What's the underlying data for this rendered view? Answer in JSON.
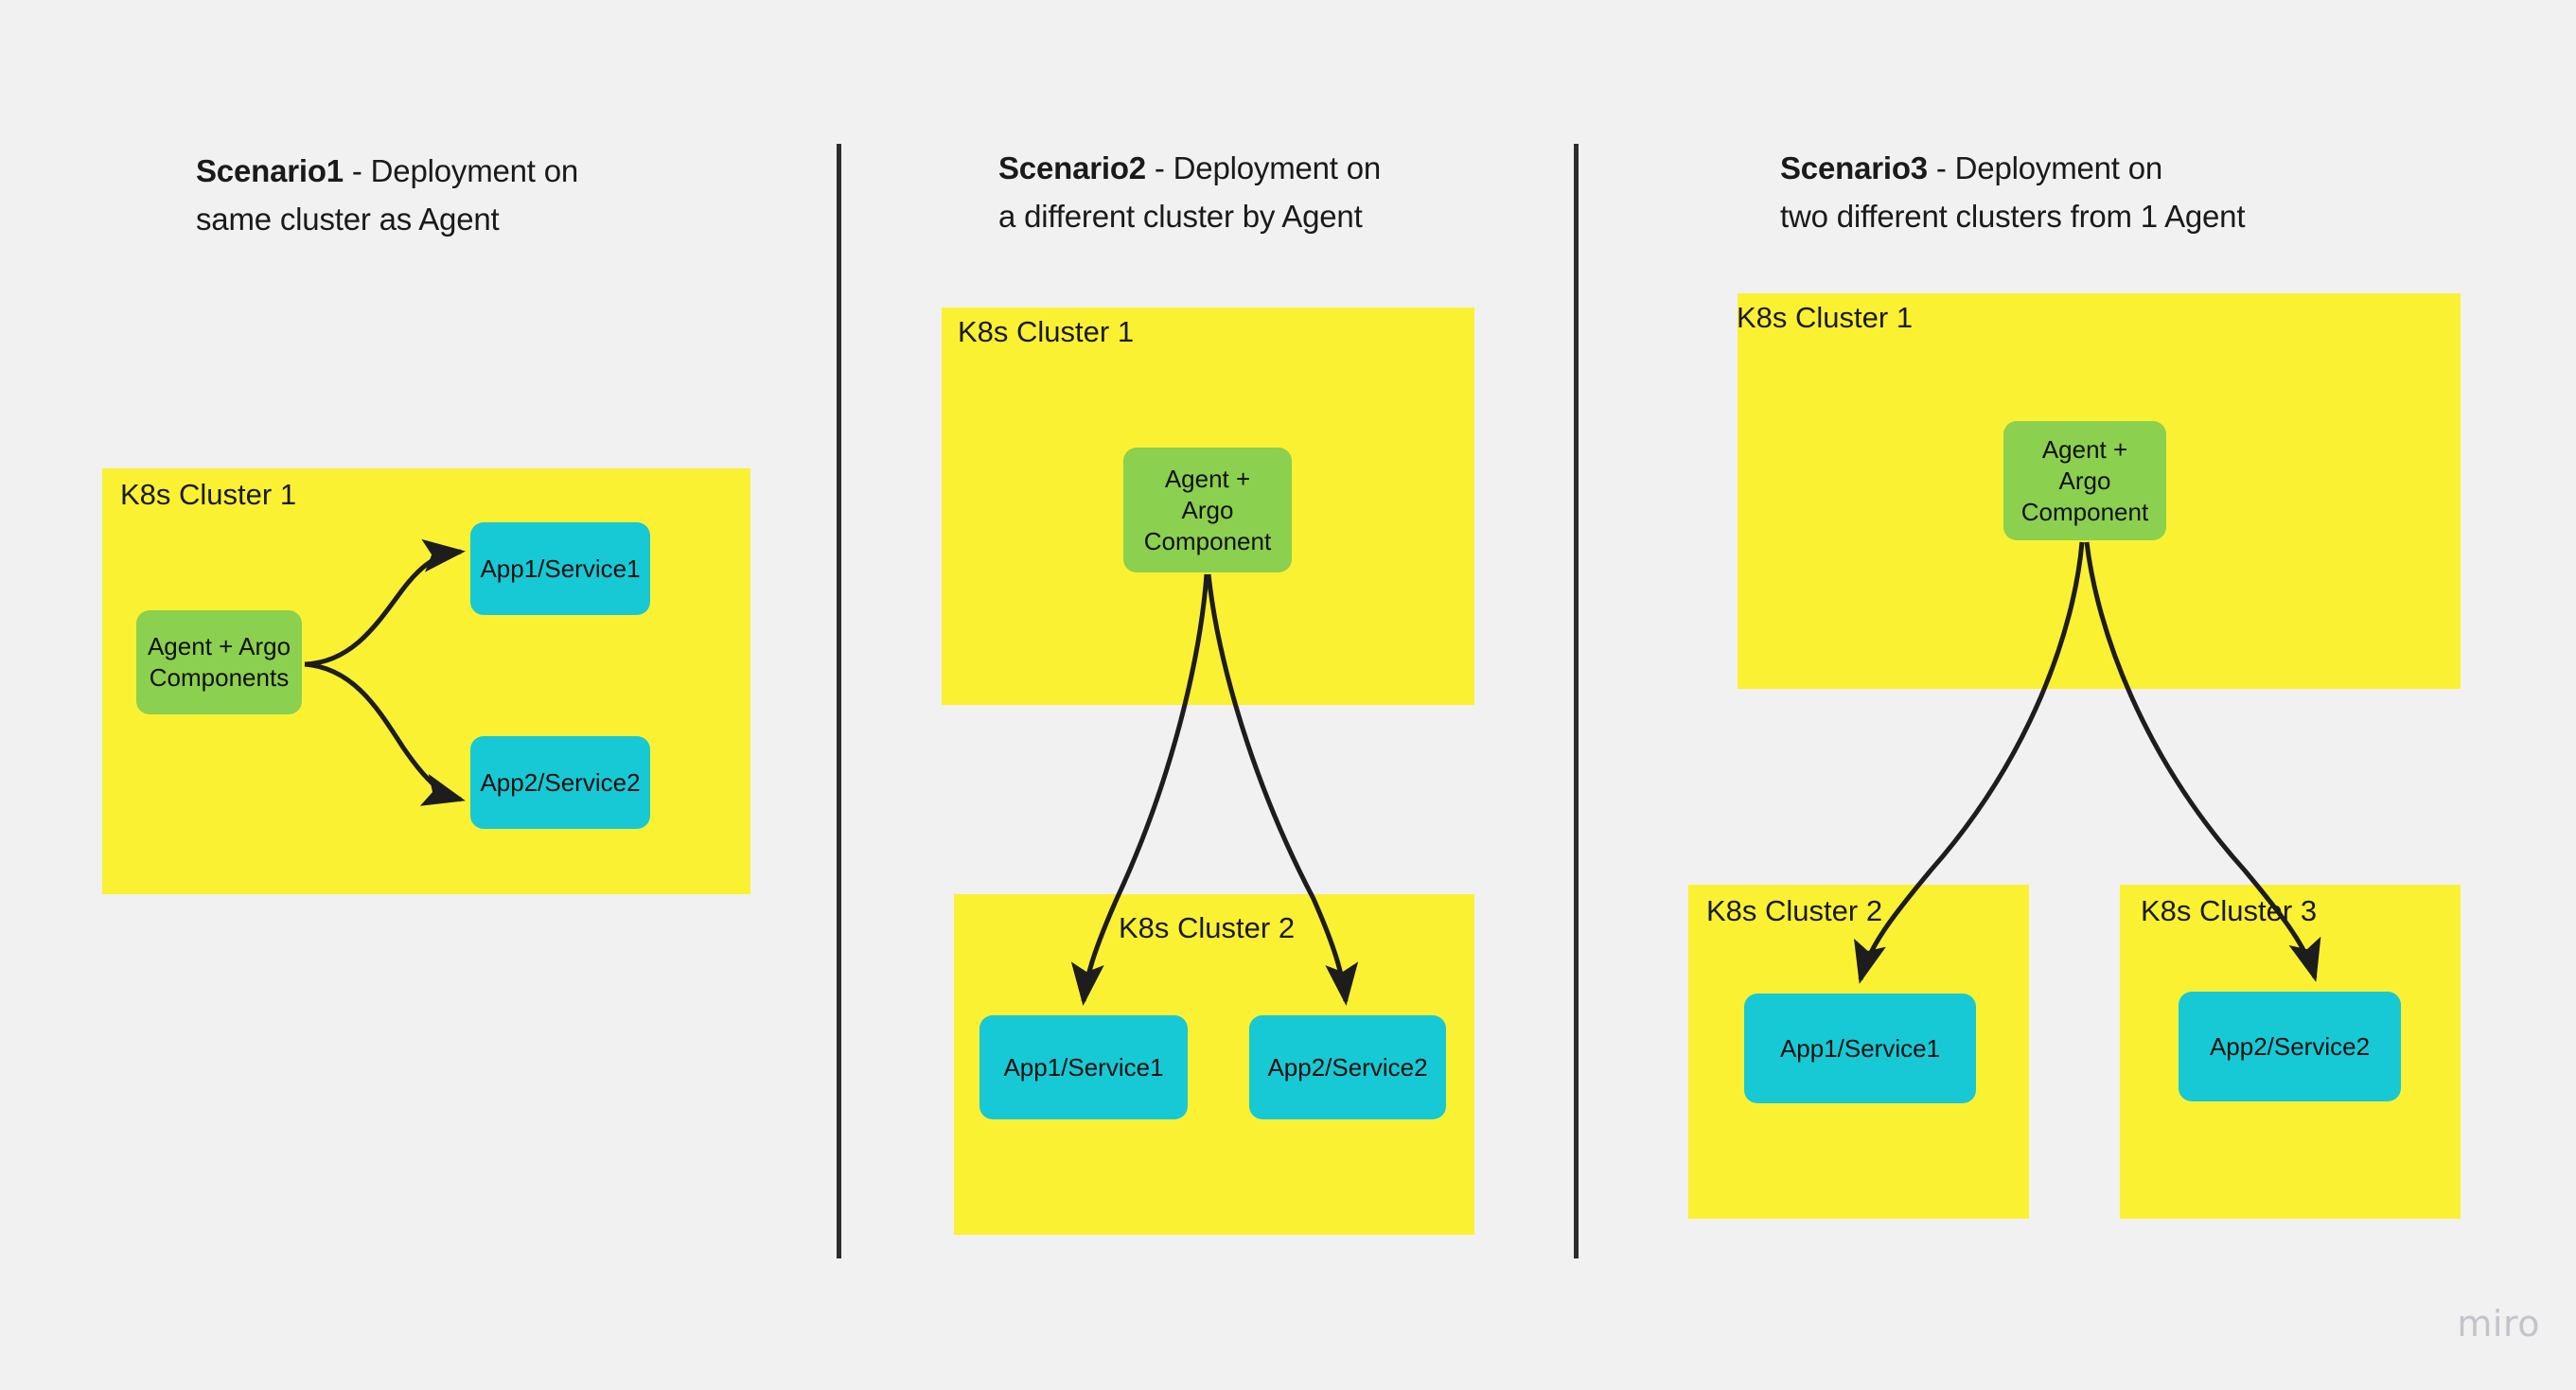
{
  "background_color": "#f1f1f1",
  "palette": {
    "cluster_yellow": "#fbf133",
    "agent_green": "#8bd04e",
    "app_cyan": "#17c9d4",
    "arrow_dark": "#222222",
    "divider_dark": "#2d2d2d",
    "text_dark": "#1a1a1a",
    "watermark_gray": "#c3c3cc"
  },
  "watermark": {
    "label": "miro"
  },
  "scenarios": [
    {
      "id": "scenario1",
      "title_name": "Scenario1",
      "title_rest": " - Deployment on\nsame cluster as Agent",
      "clusters": [
        {
          "label": "K8s Cluster 1"
        }
      ],
      "nodes": [
        {
          "label": "Agent + Argo\nComponents",
          "kind": "agent"
        },
        {
          "label": "App1/Service1",
          "kind": "app"
        },
        {
          "label": "App2/Service2",
          "kind": "app"
        }
      ]
    },
    {
      "id": "scenario2",
      "title_name": "Scenario2",
      "title_rest": " - Deployment on\na different cluster by Agent",
      "clusters": [
        {
          "label": "K8s Cluster 1"
        },
        {
          "label": "K8s Cluster 2"
        }
      ],
      "nodes": [
        {
          "label": "Agent +\nArgo\nComponent",
          "kind": "agent"
        },
        {
          "label": "App1/Service1",
          "kind": "app"
        },
        {
          "label": "App2/Service2",
          "kind": "app"
        }
      ]
    },
    {
      "id": "scenario3",
      "title_name": "Scenario3",
      "title_rest": " - Deployment on\ntwo different clusters from 1 Agent",
      "clusters": [
        {
          "label": "K8s Cluster 1"
        },
        {
          "label": "K8s Cluster 2"
        },
        {
          "label": "K8s Cluster 3"
        }
      ],
      "nodes": [
        {
          "label": "Agent +\nArgo\nComponent",
          "kind": "agent"
        },
        {
          "label": "App1/Service1",
          "kind": "app"
        },
        {
          "label": "App2/Service2",
          "kind": "app"
        }
      ]
    }
  ]
}
